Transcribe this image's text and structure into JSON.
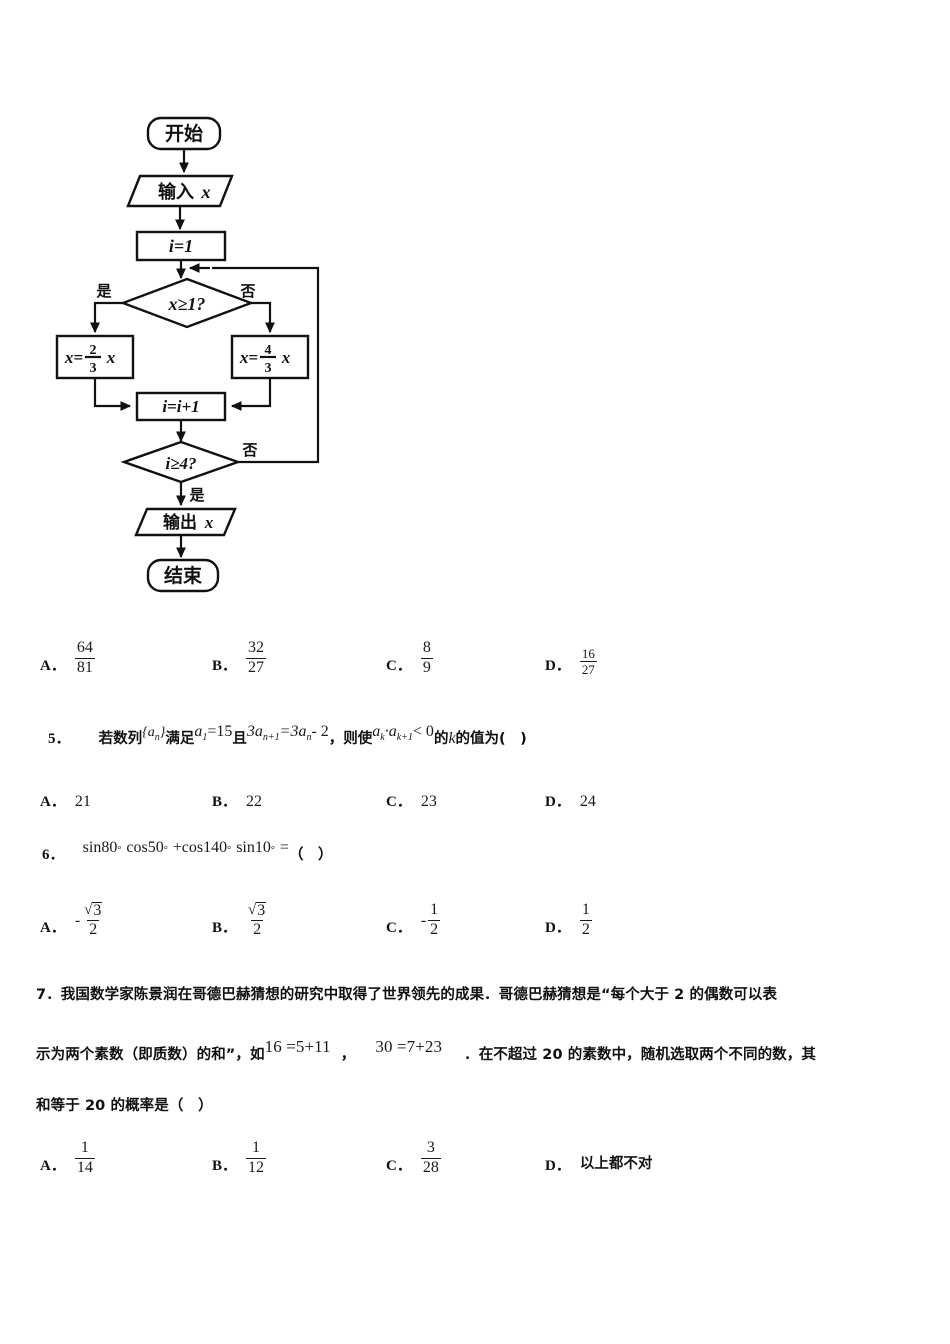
{
  "document": {
    "type": "math-exam-page",
    "language": "zh-CN"
  },
  "flowchart": {
    "title": "program flowchart",
    "nodes": {
      "start": "开始",
      "input": "输入",
      "input_var": "x",
      "init": "i=1",
      "decision1": "x≥1?",
      "branch_yes": "是",
      "branch_no": "否",
      "assign_left_lhs": "x=",
      "assign_left_num": "2",
      "assign_left_den": "3",
      "assign_left_rhs": "x",
      "assign_right_lhs": "x=",
      "assign_right_num": "4",
      "assign_right_den": "3",
      "assign_right_rhs": "x",
      "increment": "i=i+1",
      "decision2": "i≥4?",
      "decision2_no": "否",
      "decision2_yes": "是",
      "output": "输出",
      "output_var": "x",
      "end": "结束"
    }
  },
  "questions": [
    {
      "id": "q4-options",
      "options": [
        {
          "letter": "A．",
          "num": "64",
          "den": "81"
        },
        {
          "letter": "B．",
          "num": "32",
          "den": "27"
        },
        {
          "letter": "C．",
          "num": "8",
          "den": "9"
        },
        {
          "letter": "D．",
          "num": "16",
          "den": "27"
        }
      ]
    },
    {
      "id": "q5",
      "number": "5．",
      "text_a": "若数列",
      "seq": "{a",
      "seq_sub": "n",
      "seq_close": "}",
      "text_b": "满足",
      "a1": "a",
      "a1_sub": "1",
      "a1_val": "=15",
      "text_c": "且",
      "rec": "3a",
      "rec_sub": "n+1",
      "rec_mid": "=3a",
      "rec_sub2": "n",
      "rec_end": "- 2",
      "text_d": "，则使",
      "ak": "a",
      "ak_sub": "k",
      "akp": "·a",
      "akp_sub": "k+1",
      "ineq": "< 0",
      "text_e": "的",
      "kvar": "k",
      "text_f": "的值为(　)",
      "options": [
        {
          "letter": "A．",
          "value": "21"
        },
        {
          "letter": "B．",
          "value": "22"
        },
        {
          "letter": "C．",
          "value": "23"
        },
        {
          "letter": "D．",
          "value": "24"
        }
      ]
    },
    {
      "id": "q6",
      "number": "6．",
      "expr_1": "sin80",
      "deg": "°",
      "expr_2": "cos50",
      "expr_3": "+cos140",
      "expr_4": "sin10",
      "equals": "=",
      "paren": "（　）",
      "options": [
        {
          "letter": "A．",
          "sign": "-",
          "kind": "sqrt-frac",
          "num": "3",
          "den": "2"
        },
        {
          "letter": "B．",
          "sign": "",
          "kind": "sqrt-frac",
          "num": "3",
          "den": "2"
        },
        {
          "letter": "C．",
          "sign": "-",
          "kind": "frac",
          "num": "1",
          "den": "2"
        },
        {
          "letter": "D．",
          "sign": "",
          "kind": "frac",
          "num": "1",
          "den": "2"
        }
      ]
    },
    {
      "id": "q7",
      "line1": "7．我国数学家陈景润在哥德巴赫猜想的研究中取得了世界领先的成果．哥德巴赫猜想是“每个大于 2 的偶数可以表",
      "line2_a": "示为两个素数（即质数）的和”，如",
      "line2_eq1": "16 =5+11",
      "line2_comma": "，",
      "line2_eq2": "30 =7+23",
      "line2_period": "．",
      "line2_b": "在不超过 20 的素数中，随机选取两个不同的数，其",
      "line3": "和等于 20 的概率是（　）",
      "options": [
        {
          "letter": "A．",
          "num": "1",
          "den": "14"
        },
        {
          "letter": "B．",
          "num": "1",
          "den": "12"
        },
        {
          "letter": "C．",
          "num": "3",
          "den": "28"
        },
        {
          "letter": "D．",
          "text": "以上都不对"
        }
      ]
    }
  ]
}
